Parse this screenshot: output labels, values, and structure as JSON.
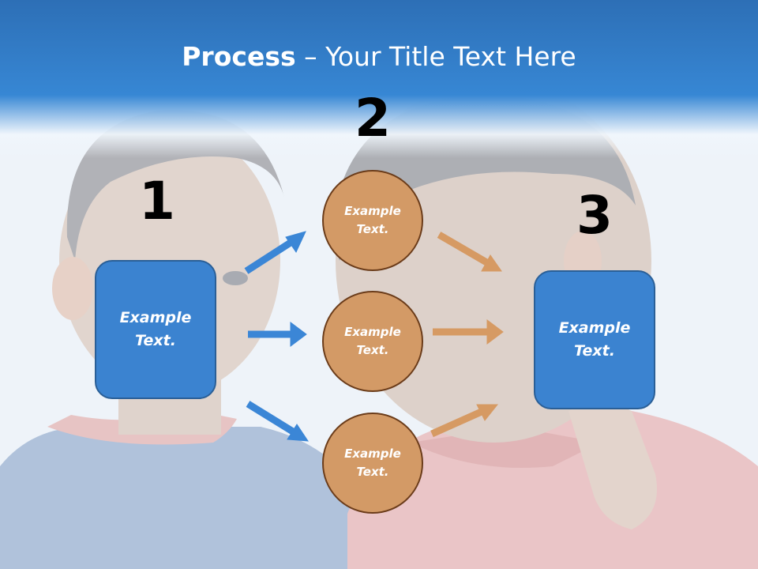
{
  "title": {
    "bold": "Process",
    "rest": " – Your Title Text Here"
  },
  "steps": {
    "one": "1",
    "two": "2",
    "three": "3"
  },
  "boxes": {
    "left": "Example\nText.",
    "right": "Example\nText."
  },
  "circles": {
    "top": "Example\nText.",
    "middle": "Example\nText.",
    "bottom": "Example\nText."
  },
  "colors": {
    "box_fill": "#3b83d0",
    "circle_fill": "#d39a66",
    "blue_arrow": "#3b86d6",
    "orange_arrow": "#d69a63",
    "title_band": "#3787d4"
  }
}
